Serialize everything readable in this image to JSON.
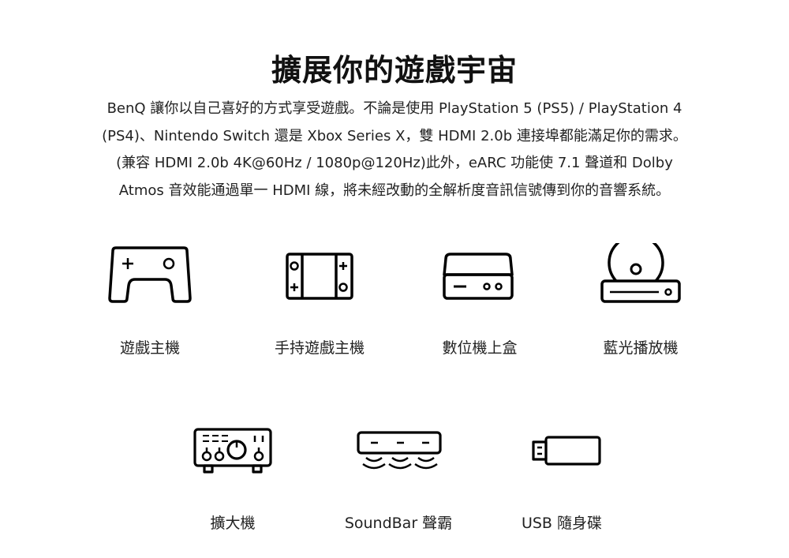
{
  "title": "擴展你的遊戲宇宙",
  "description": [
    "BenQ 讓你以自己喜好的方式享受遊戲。不論是使用 PlayStation 5 (PS5) / PlayStation 4",
    "(PS4)、Nintendo Switch 還是 Xbox Series X，雙 HDMI 2.0b 連接埠都能滿足你的需求。",
    "(兼容 HDMI 2.0b 4K@60Hz / 1080p@120Hz)此外，eARC 功能使 7.1 聲道和 Dolby",
    "Atmos 音效能通過單一 HDMI 線，將未經改動的全解析度音訊信號傳到你的音響系統。"
  ],
  "devices": [
    {
      "label": "遊戲主機",
      "icon": "game-console-icon"
    },
    {
      "label": "手持遊戲主機",
      "icon": "handheld-console-icon"
    },
    {
      "label": "數位機上盒",
      "icon": "set-top-box-icon"
    },
    {
      "label": "藍光播放機",
      "icon": "bluray-player-icon"
    },
    {
      "label": "擴大機",
      "icon": "amplifier-icon"
    },
    {
      "label": "SoundBar 聲霸",
      "icon": "soundbar-icon"
    },
    {
      "label": "USB 隨身碟",
      "icon": "usb-drive-icon"
    }
  ]
}
